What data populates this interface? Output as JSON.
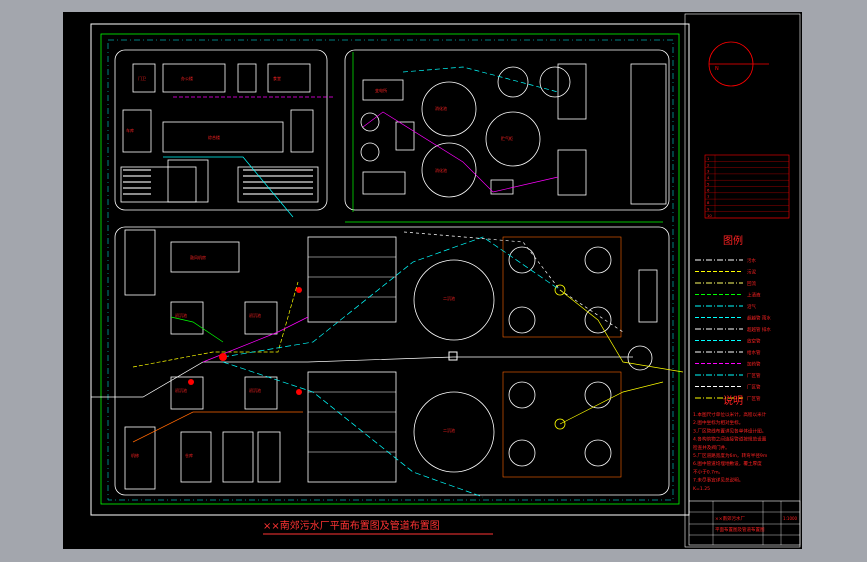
{
  "title": "××南郊污水厂平面布置图及管道布置图",
  "legend": {
    "heading": "图例",
    "items": [
      {
        "label": "污水",
        "color": "#ffffff"
      },
      {
        "label": "污泥",
        "color": "#ffff00"
      },
      {
        "label": "回流",
        "color": "#ffff66"
      },
      {
        "label": "上清液",
        "color": "#00ff00"
      },
      {
        "label": "沼气",
        "color": "#00ffff"
      },
      {
        "label": "超越管 雨水",
        "color": "#00ffff"
      },
      {
        "label": "超越管 排水",
        "color": "#ffffff"
      },
      {
        "label": "放空管",
        "color": "#00ffff"
      },
      {
        "label": "给水管",
        "color": "#ffffff"
      },
      {
        "label": "加药管",
        "color": "#ff00ff"
      },
      {
        "label": "厂区管",
        "color": "#00ffff"
      },
      {
        "label": "厂区管",
        "color": "#ffffff"
      },
      {
        "label": "厂区管",
        "color": "#ffff00"
      }
    ]
  },
  "notes": {
    "heading": "说明",
    "lines": [
      "1.本图尺寸单位以米计，高程以米计",
      "2.图中坐标为相对坐标。",
      "3.厂区管线布置详见各单体设计图。",
      "4.各构筑物之间连接管道按规范设置",
      "检查井及阀门井。",
      "5.厂区道路宽度为6m，转弯半径9m",
      "6.图中管道均埋地敷设，覆土厚度",
      "不小于0.7m。",
      "7.未尽事宜详见总说明。",
      "K=1.25"
    ]
  },
  "table": {
    "rows": [
      "1",
      "2",
      "3",
      "4",
      "5",
      "6",
      "7",
      "8",
      "9",
      "10"
    ]
  },
  "title_block": {
    "project": "××南郊污水厂",
    "drawing": "平面布置图及管道布置图",
    "scale": "1:1000"
  },
  "colors": {
    "background": "#000000",
    "frame": "#ffffff",
    "road": "#ffffff",
    "wall": "#00ff00",
    "structure": "#ffffff",
    "label": "#ff0000",
    "title": "#ff3333"
  }
}
